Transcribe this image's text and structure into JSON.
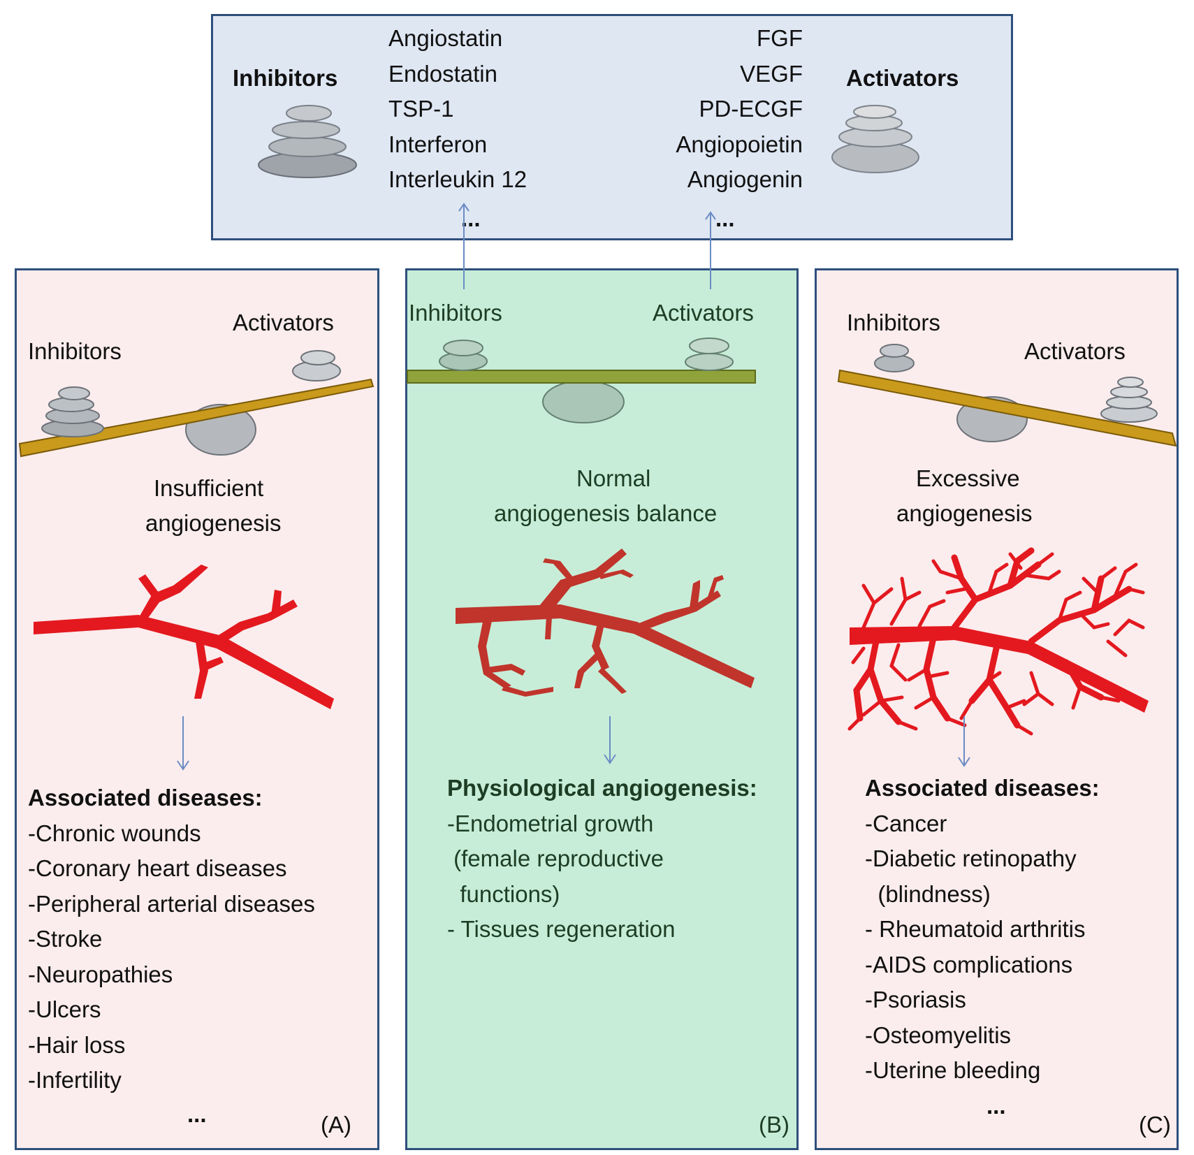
{
  "top": {
    "inhibitors_title": "Inhibitors",
    "activators_title": "Activators",
    "inhibitors": [
      "Angiostatin",
      "Endostatin",
      "TSP-1",
      "Interferon",
      "Interleukin 12"
    ],
    "activators": [
      "FGF",
      "VEGF",
      "PD-ECGF",
      "Angiopoietin",
      "Angiogenin"
    ],
    "inhibitors_more": "...",
    "activators_more": "..."
  },
  "panel_a": {
    "label": "(A)",
    "activators": "Activators",
    "inhibitors": "Inhibitors",
    "state_line1": "Insufficient",
    "state_line2": "angiogenesis",
    "list_header": "Associated diseases:",
    "items": [
      "-Chronic wounds",
      "-Coronary heart diseases",
      "-Peripheral arterial diseases",
      "-Stroke",
      "-Neuropathies",
      "-Ulcers",
      "-Hair loss",
      "-Infertility"
    ],
    "more": "..."
  },
  "panel_b": {
    "label": "(B)",
    "inhibitors": "Inhibitors",
    "activators": "Activators",
    "state_line1": "Normal",
    "state_line2": "angiogenesis balance",
    "list_header": "Physiological angiogenesis:",
    "items": [
      "-Endometrial growth",
      " (female reproductive",
      "  functions)",
      "- Tissues regeneration"
    ]
  },
  "panel_c": {
    "label": "(C)",
    "inhibitors": "Inhibitors",
    "activators": "Activators",
    "state_line1": "Excessive",
    "state_line2": "angiogenesis",
    "list_header": "Associated diseases:",
    "items": [
      "-Cancer",
      "-Diabetic retinopathy",
      "  (blindness)",
      "- Rheumatoid arthritis",
      "-AIDS complications",
      "-Psoriasis",
      "-Osteomyelitis",
      "-Uterine bleeding"
    ],
    "more": "..."
  },
  "colors": {
    "panel_border": "#2e4f7c",
    "top_fill": "#dfe7f3",
    "side_fill": "#fbeced",
    "center_fill": "#c7edd8",
    "plank": "#c99a1c",
    "center_plank": "#8fa33a",
    "vessel_red": "#e3191f",
    "vessel_dark": "#c0342b"
  }
}
